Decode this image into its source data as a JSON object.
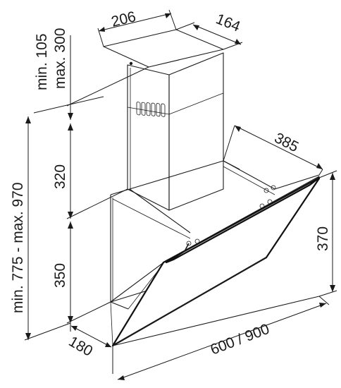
{
  "diagram": {
    "dimensions": {
      "chimney_width": "206",
      "chimney_depth": "164",
      "ceiling_gap_min": "min. 105",
      "ceiling_gap_max": "max. 300",
      "chimney_height": "320",
      "total_height_range": "min. 775 - max. 970",
      "body_height": "350",
      "hood_depth": "385",
      "front_height": "370",
      "base_depth": "180",
      "width_options": "600 / 900"
    }
  }
}
